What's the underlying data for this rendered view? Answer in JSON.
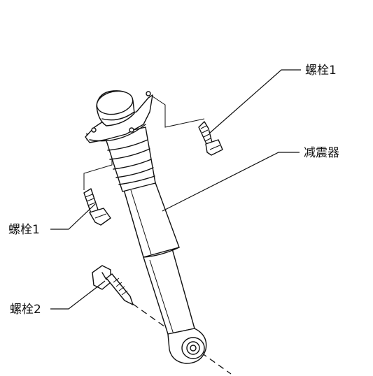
{
  "callouts": {
    "bolt1_top": "螺栓1",
    "shock_absorber": "减震器",
    "bolt1_left": "螺栓1",
    "bolt2": "螺栓2"
  },
  "colors": {
    "line": "#111111",
    "background": "#ffffff"
  }
}
